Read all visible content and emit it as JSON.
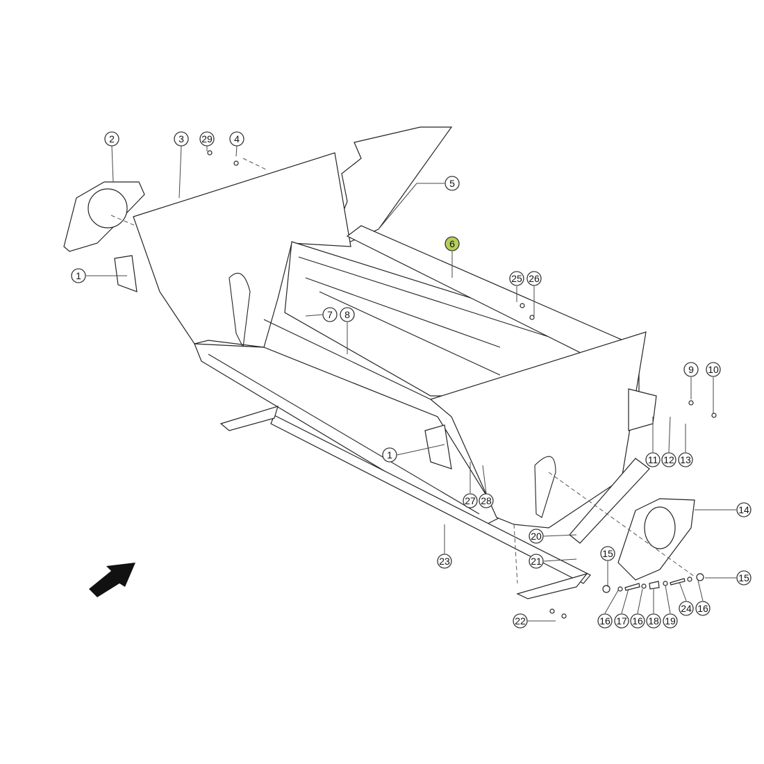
{
  "diagram": {
    "highlight_color": "#b5cf5a",
    "callouts": [
      "2",
      "3",
      "29",
      "4",
      "5",
      "6",
      "25",
      "26",
      "1",
      "7",
      "8",
      "9",
      "10",
      "1",
      "11",
      "12",
      "13",
      "27",
      "28",
      "14",
      "20",
      "21",
      "15",
      "15",
      "23",
      "16",
      "17",
      "16",
      "18",
      "19",
      "24",
      "16",
      "22"
    ],
    "highlighted": "6",
    "direction_arrow": "arrow-icon"
  }
}
